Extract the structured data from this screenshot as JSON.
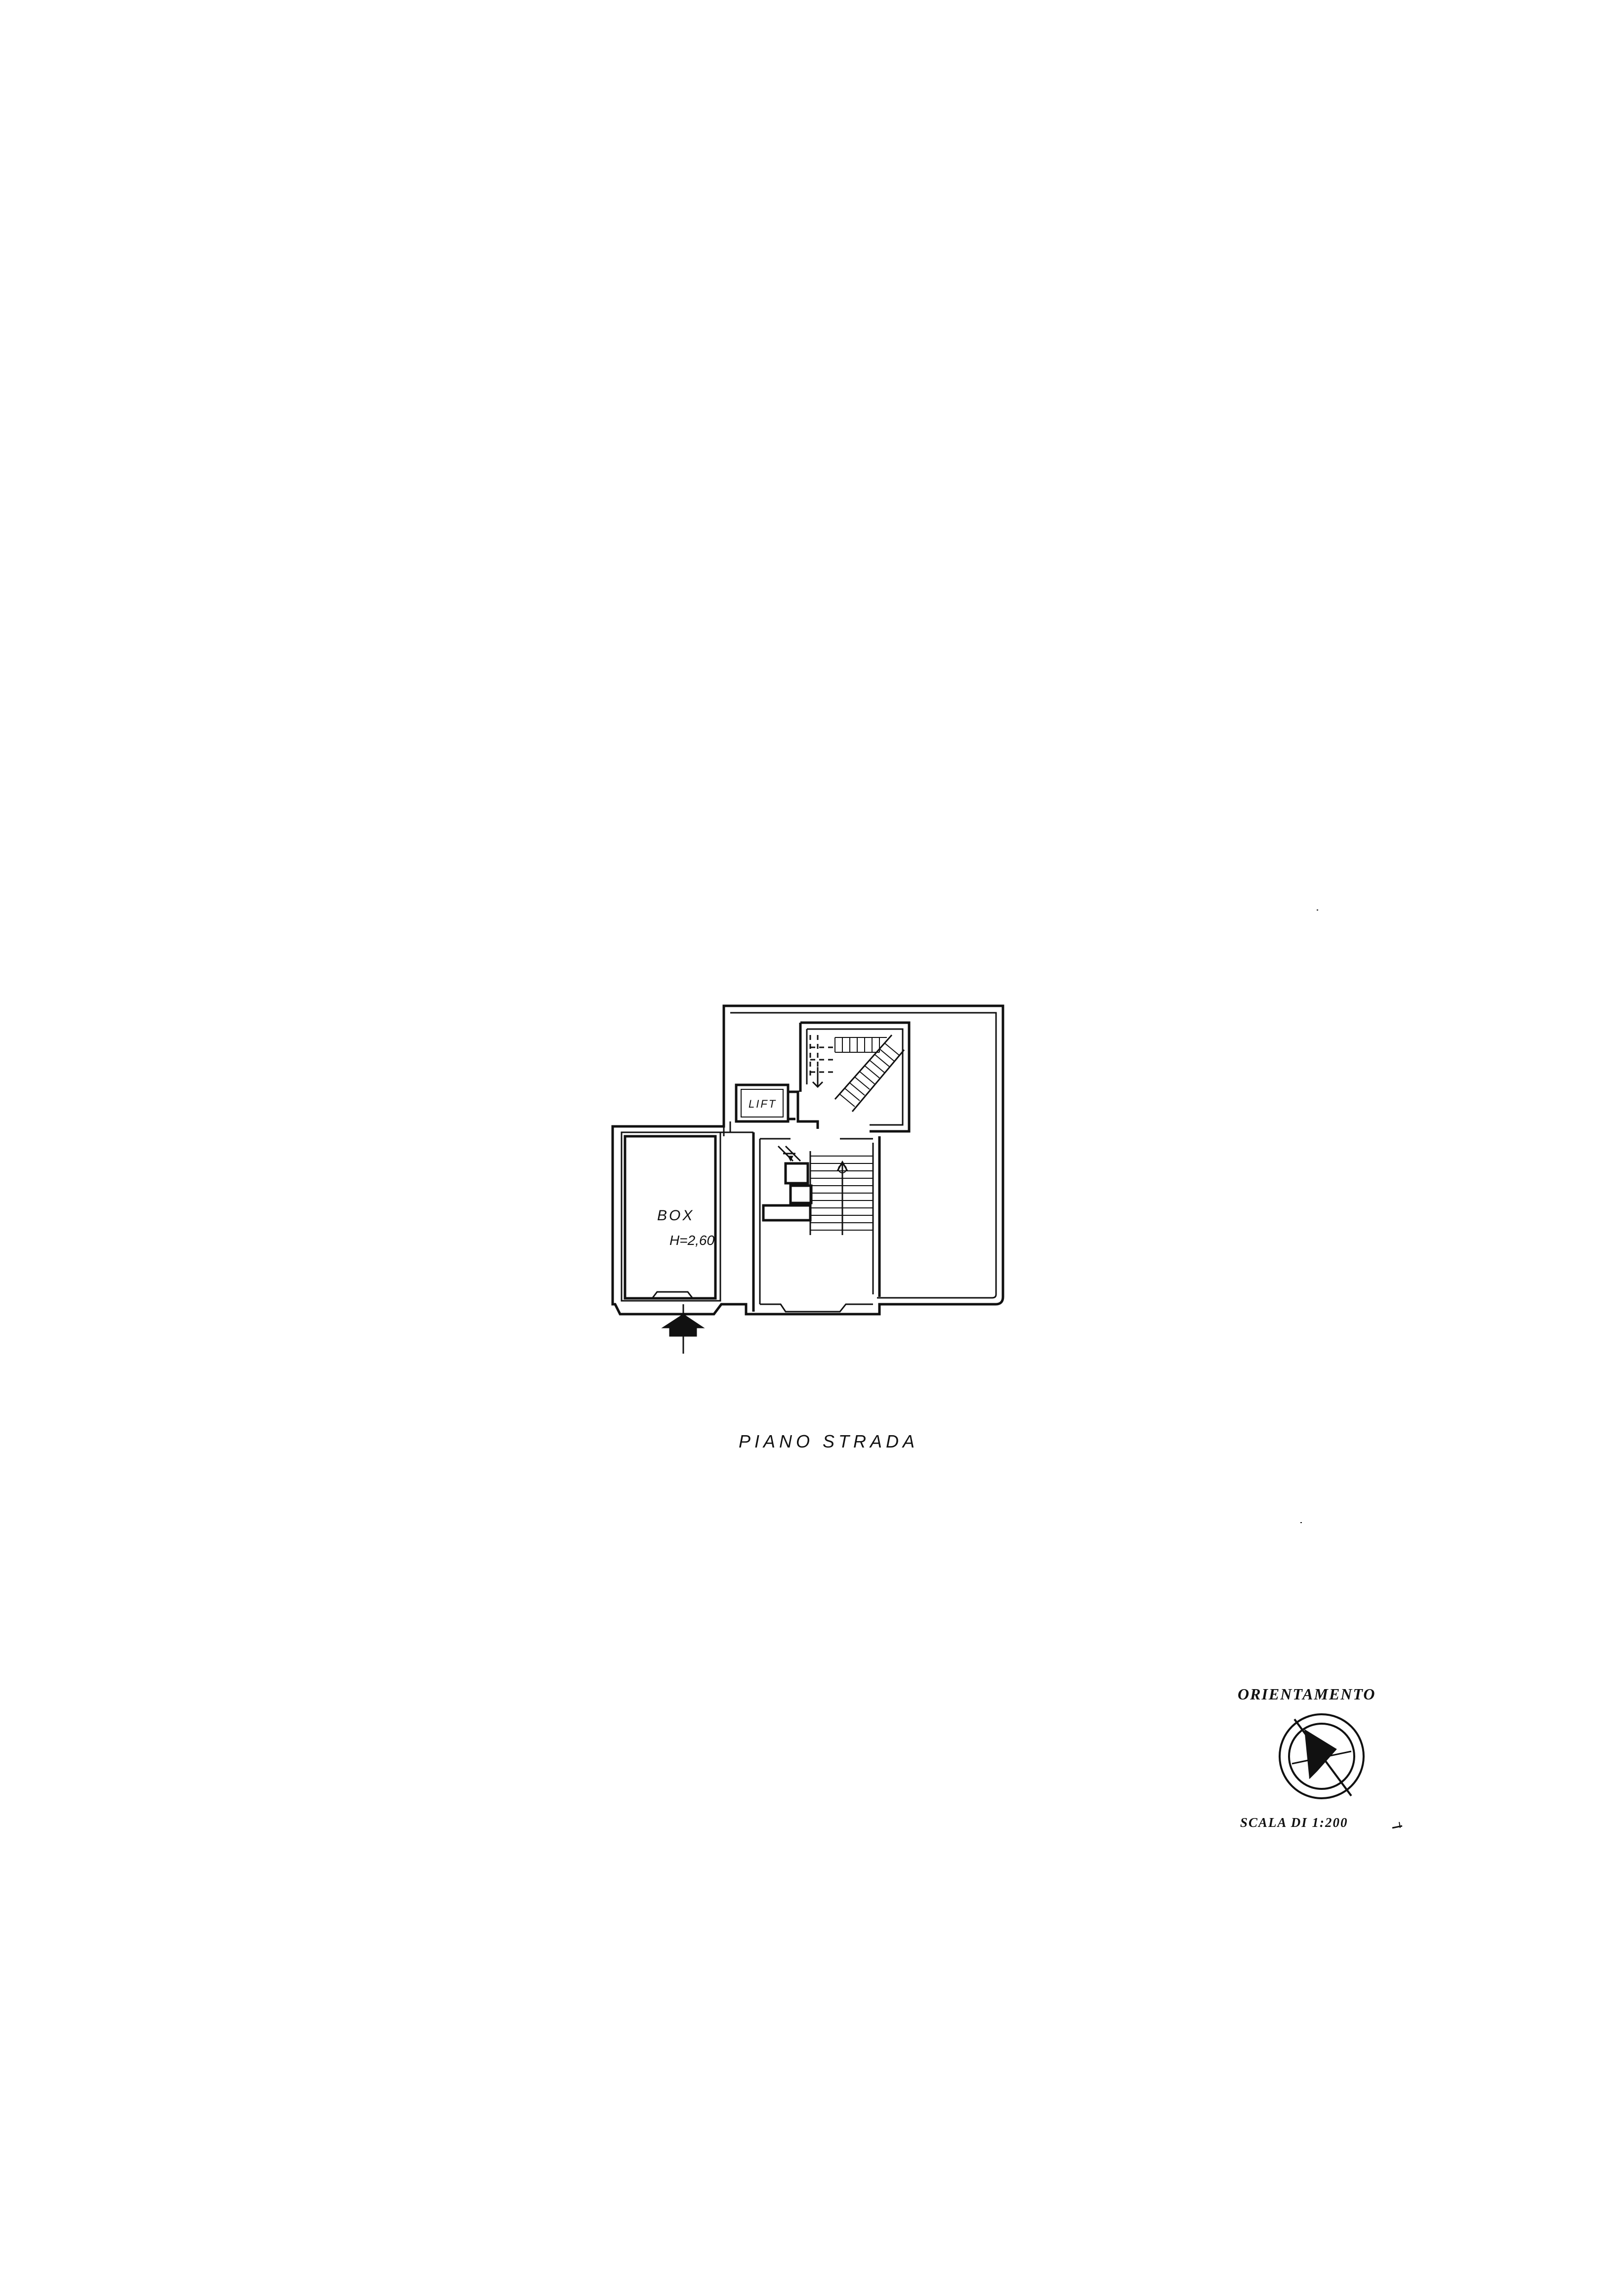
{
  "plan": {
    "title": "PIANO STRADA",
    "rooms": {
      "box_name": "BOX",
      "box_height": "H=2,60",
      "lift": "LIFT"
    }
  },
  "legend": {
    "orientation": "ORIENTAMENTO",
    "scale": "SCALA DI 1:200",
    "compass": "compass-rose-icon"
  },
  "colors": {
    "ink": "#111111",
    "paper": "#ffffff"
  }
}
